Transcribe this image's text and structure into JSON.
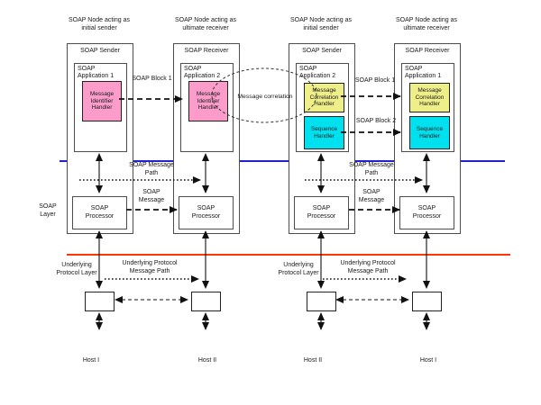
{
  "columns": [
    {
      "node_line1": "SOAP Node acting as",
      "node_line2": "initial sender",
      "role": "SOAP Sender",
      "app": "SOAP Application 1",
      "handler1": "Message Identifier Handler",
      "handler1_color": "#FB9CCB",
      "processor": "SOAP Processor",
      "host": "Host I"
    },
    {
      "node_line1": "SOAP Node acting as",
      "node_line2": "ultimate receiver",
      "role": "SOAP Receiver",
      "app": "SOAP Application 2",
      "handler1": "Message Identifier Handler",
      "handler1_color": "#FB9CCB",
      "processor": "SOAP Processor",
      "host": "Host II"
    },
    {
      "node_line1": "SOAP Node acting as",
      "node_line2": "initial sender",
      "role": "SOAP Sender",
      "app": "SOAP Application 2",
      "handler1": "Message Correlation Handler",
      "handler1_color": "#EFEF8A",
      "handler2": "Sequence Handler",
      "handler2_color": "#00E1EF",
      "processor": "SOAP Processor",
      "host": "Host II"
    },
    {
      "node_line1": "SOAP Node acting as",
      "node_line2": "ultimate receiver",
      "role": "SOAP Receiver",
      "app": "SOAP Application 1",
      "handler1": "Message Correlation Handler",
      "handler1_color": "#EFEF8A",
      "handler2": "Sequence Handler",
      "handler2_color": "#00E1EF",
      "processor": "SOAP Processor",
      "host": "Host I"
    }
  ],
  "labels": {
    "soap_block_1": "SOAP Block 1",
    "soap_block_2": "SOAP Block 2",
    "message_correlation": "Message correlation",
    "soap_message_path": "SOAP Message Path",
    "soap_message": "SOAP Message",
    "soap_layer": "SOAP Layer",
    "underlying_protocol_layer": "Underlying Protocol Layer",
    "underlying_protocol_message_path": "Underlying Protocol Message Path"
  },
  "colors": {
    "message_identifier_handler": "#FB9CCB",
    "message_correlation_handler": "#EFEF8A",
    "sequence_handler": "#00E1EF",
    "soap_layer_line": "#2121D4",
    "underlying_protocol_layer_line": "#FF3603"
  }
}
